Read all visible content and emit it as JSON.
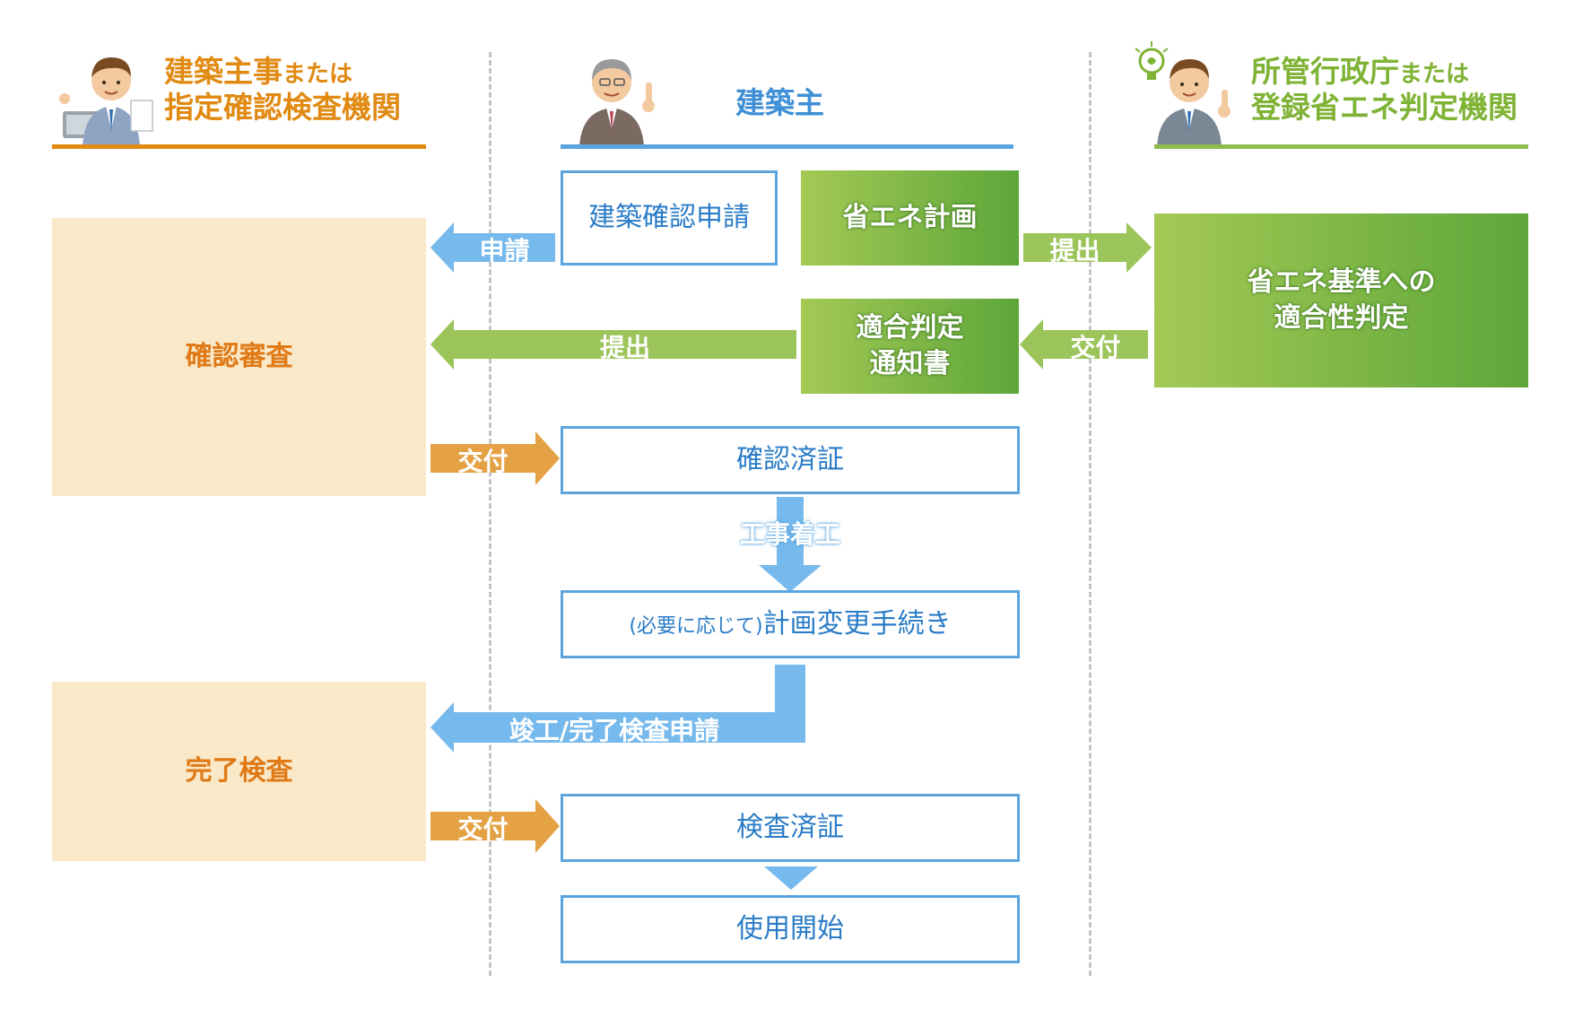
{
  "lanes": {
    "left": {
      "title_main": "建築主事",
      "title_suffix": "または",
      "title_line2": "指定確認検査機関",
      "color": "#e08a12"
    },
    "center": {
      "title": "建築主",
      "color": "#5aa5df"
    },
    "right": {
      "title_main": "所管行政庁",
      "title_suffix": "または",
      "title_line2": "登録省エネ判定機関",
      "color": "#7fb335"
    }
  },
  "boxes": {
    "application": "建築確認申請",
    "energy_plan": "省エネ計画",
    "conformity_judgement_line1": "省エネ基準への",
    "conformity_judgement_line2": "適合性判定",
    "conformity_notice_line1": "適合判定",
    "conformity_notice_line2": "通知書",
    "confirmation_review": "確認審査",
    "confirmation_certificate": "確認済証",
    "plan_change_prefix": "(必要に応じて)",
    "plan_change": "計画変更手続き",
    "completion_inspection": "完了検査",
    "inspection_certificate": "検査済証",
    "start_of_use": "使用開始"
  },
  "arrows": {
    "apply": "申請",
    "submit_right": "提出",
    "issue_right": "交付",
    "submit_left": "提出",
    "issue_confirmation": "交付",
    "construction_start": "工事着工",
    "completion_application": "竣工/完了検査申請",
    "issue_inspection": "交付"
  },
  "colors": {
    "blue_arrow": "#76b9ec",
    "green_arrow": "#9bc45a",
    "orange_arrow": "#e4a245",
    "beige_box": "#f9e9c9"
  }
}
